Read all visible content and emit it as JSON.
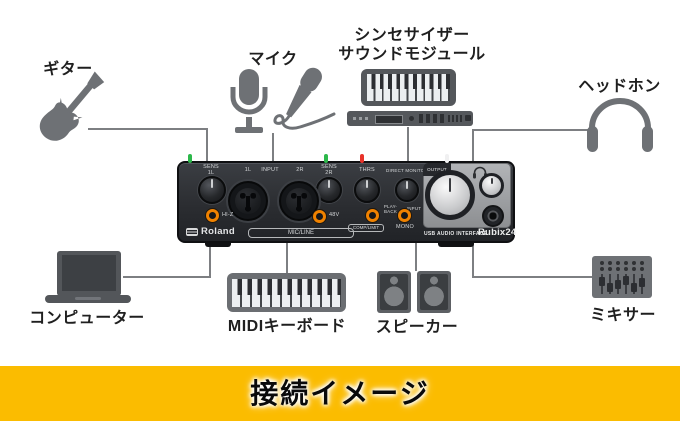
{
  "footer": {
    "title": "接続イメージ"
  },
  "devices": {
    "guitar": {
      "label": "ギター",
      "icon": "guitar-icon"
    },
    "mic": {
      "label": "マイク",
      "icon": "microphone-icon"
    },
    "synth": {
      "label_line1": "シンセサイザー",
      "label_line2": "サウンドモジュール",
      "icon": "synth-module-icon"
    },
    "headphones": {
      "label": "ヘッドホン",
      "icon": "headphones-icon"
    },
    "computer": {
      "label": "コンピューター",
      "icon": "laptop-icon"
    },
    "midi_keyboard": {
      "label": "MIDIキーボード",
      "icon": "midi-keyboard-icon"
    },
    "speakers": {
      "label": "スピーカー",
      "icon": "speakers-icon"
    },
    "mixer": {
      "label": "ミキサー",
      "icon": "mixer-icon"
    }
  },
  "interface": {
    "brand": "Roland",
    "model": "Rubix24",
    "subtitle": "USB AUDIO INTERFACE",
    "panel": {
      "sens1_line1": "SENS",
      "sens1_line2": "1L",
      "jack1_label": "1L",
      "input_label": "INPUT",
      "jack2_label": "2R",
      "sens2_line1": "SENS",
      "sens2_line2": "2R",
      "thrs_label": "THRS",
      "direct_monitor_label": "DIRECT MONITOR",
      "playback_label": "PLAY-BACK",
      "input_small_label": "INPUT",
      "output_label": "OUTPUT",
      "hi_z_label": "HI-Z",
      "phantom_label": "48V",
      "comp_limit_label": "COMP/LIMIT",
      "mono_label": "MONO",
      "mic_line_label": "MIC/LINE"
    },
    "leds": {
      "sens1": "#2DB84B",
      "sens2": "#2DB84B",
      "thrs": "#E8332A",
      "output": "#F0F0F1"
    }
  },
  "colors": {
    "icon_gray": "#6E7175",
    "line_gray": "#7D7F82",
    "accent_yellow": "#FBBC00"
  }
}
